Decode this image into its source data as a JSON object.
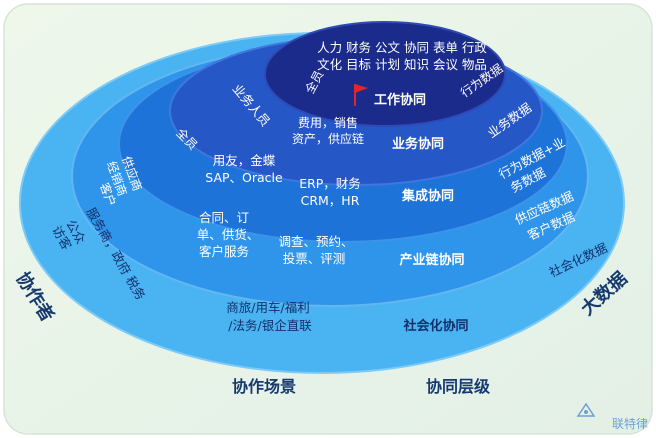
{
  "layers": [
    {
      "id": "work",
      "title": "工作协同",
      "color": "#1b2a8e"
    },
    {
      "id": "business",
      "title": "业务协同",
      "color": "#2a52c7"
    },
    {
      "id": "integr",
      "title": "集成协同",
      "color": "#1f6bd8"
    },
    {
      "id": "chain",
      "title": "产业链协同",
      "color": "#2c8fe6"
    },
    {
      "id": "social",
      "title": "社会化协同",
      "color": "#3eaef0"
    }
  ],
  "work": {
    "top_lines": [
      "人力 财务 公文 协同 表单 行政",
      "文化 目标 计划 知识 会议 物品"
    ],
    "left": "全员",
    "right": "行为数据"
  },
  "business": {
    "left": "业务人员",
    "center_lines": [
      "费用，销售",
      "资产，供应链"
    ],
    "right": "业务数据"
  },
  "integr": {
    "left": "全员",
    "a_lines": [
      "用友，金蝶",
      "SAP、Oracle"
    ],
    "b_lines": [
      "ERP，财务",
      "CRM，HR"
    ],
    "right_lines": [
      "行为数据+业",
      "务数据"
    ]
  },
  "chain": {
    "left_lines": [
      "供应商",
      "经销商",
      "客户"
    ],
    "a_lines": [
      "合同、订",
      "单、供货、",
      "客户服务"
    ],
    "b_lines": [
      "调查、预约、",
      "投票、评测"
    ],
    "right_lines": [
      "供应链数据",
      "客户数据"
    ]
  },
  "social": {
    "left_lines": [
      "服务商，政府  税务",
      "公众",
      "访客"
    ],
    "center_lines": [
      "商旅/用车/福利",
      "/法务/银企直联"
    ],
    "right": "社会化数据"
  },
  "labels": {
    "participants": "协作者",
    "scenes": "协作场景",
    "levels": "协同层级",
    "bigdata": "大数据"
  },
  "watermark": "联特律"
}
